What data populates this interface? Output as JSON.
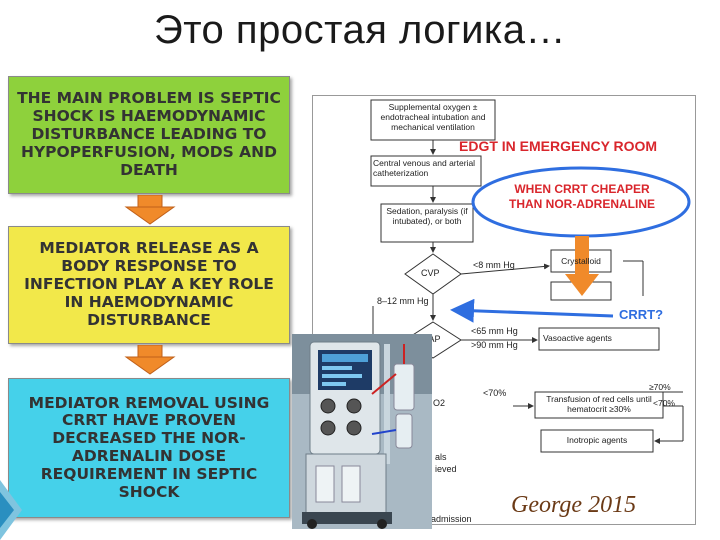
{
  "title": "Это простая логика…",
  "left_boxes": {
    "box1": "THE MAIN PROBLEM IS SEPTIC SHOCK IS HAEMODYNAMIC DISTURBANCE LEADING TO HYPOPERFUSION, MODS AND DEATH",
    "box2": "MEDIATOR RELEASE AS A BODY RESPONSE TO INFECTION PLAY A KEY ROLE IN HAEMODYNAMIC DISTURBANCE",
    "box3": "MEDIATOR REMOVAL USING CRRT HAVE PROVEN DECREASED THE NOR-ADRENALIN DOSE REQUIREMENT IN SEPTIC SHOCK"
  },
  "flowchart": {
    "supplemental": "Supplemental oxygen ± endotracheal intubation and mechanical ventilation",
    "edgt_heading": "EDGT IN EMERGENCY ROOM",
    "central_venous": "Central venous and arterial catheterization",
    "callout": "WHEN CRRT CHEAPER THAN NOR-ADRENALINE",
    "sedation": "Sedation, paralysis (if intubated), or both",
    "cvp": "CVP",
    "lt8": "<8 mm Hg",
    "range_8_12": "8–12 mm Hg",
    "crystalloid": "Crystalloid",
    "crrt": "CRRT?",
    "map": "MAP",
    "lt65": "<65 mm Hg",
    "gt90": ">90 mm Hg",
    "vasoactive": "Vasoactive agents",
    "o2": "O2",
    "lt70": "<70%",
    "gt70a": "≥70%",
    "lt70b": "<70%",
    "transfusion": "Transfusion of red cells until hematocrit ≥30%",
    "inotropic": "Inotropic agents",
    "goals": "als",
    "achieved": "ieved",
    "admission": "admission",
    "citation": "George 2015"
  },
  "colors": {
    "green": "#8ed13c",
    "yellow": "#f2e84a",
    "cyan": "#45d1ea",
    "orange_arrow": "#f08a2a",
    "red_text": "#d9262c",
    "blue_ellipse": "#2f6ee0",
    "citation": "#6b3a16"
  }
}
